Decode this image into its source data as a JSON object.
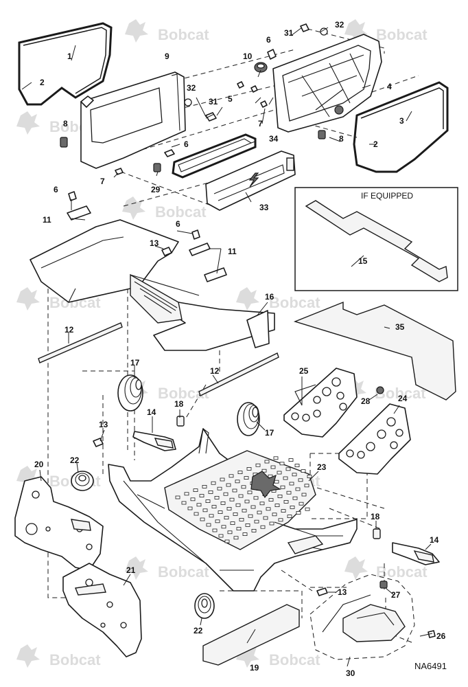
{
  "watermark": {
    "text": "Bobcat"
  },
  "inset": {
    "label": "IF EQUIPPED"
  },
  "drawing_code": "NA6491",
  "callouts": {
    "c1": "1",
    "c2a": "2",
    "c2b": "2",
    "c3": "3",
    "c4": "4",
    "c5": "5",
    "c6a": "6",
    "c6b": "6",
    "c6c": "6",
    "c6d": "6",
    "c7a": "7",
    "c7b": "7",
    "c8a": "8",
    "c8b": "8",
    "c9": "9",
    "c10": "10",
    "c11a": "11",
    "c11b": "11",
    "c12a": "12",
    "c12b": "12",
    "c13a": "13",
    "c13b": "13",
    "c13c": "13",
    "c14a": "14",
    "c14b": "14",
    "c15": "15",
    "c16": "16",
    "c17a": "17",
    "c17b": "17",
    "c18a": "18",
    "c18b": "18",
    "c19": "19",
    "c20": "20",
    "c21": "21",
    "c22a": "22",
    "c22b": "22",
    "c23": "23",
    "c24": "24",
    "c25": "25",
    "c26": "26",
    "c27": "27",
    "c28": "28",
    "c29": "29",
    "c30": "30",
    "c31a": "31",
    "c31b": "31",
    "c32a": "32",
    "c32b": "32",
    "c33": "33",
    "c34": "34",
    "c35": "35"
  }
}
